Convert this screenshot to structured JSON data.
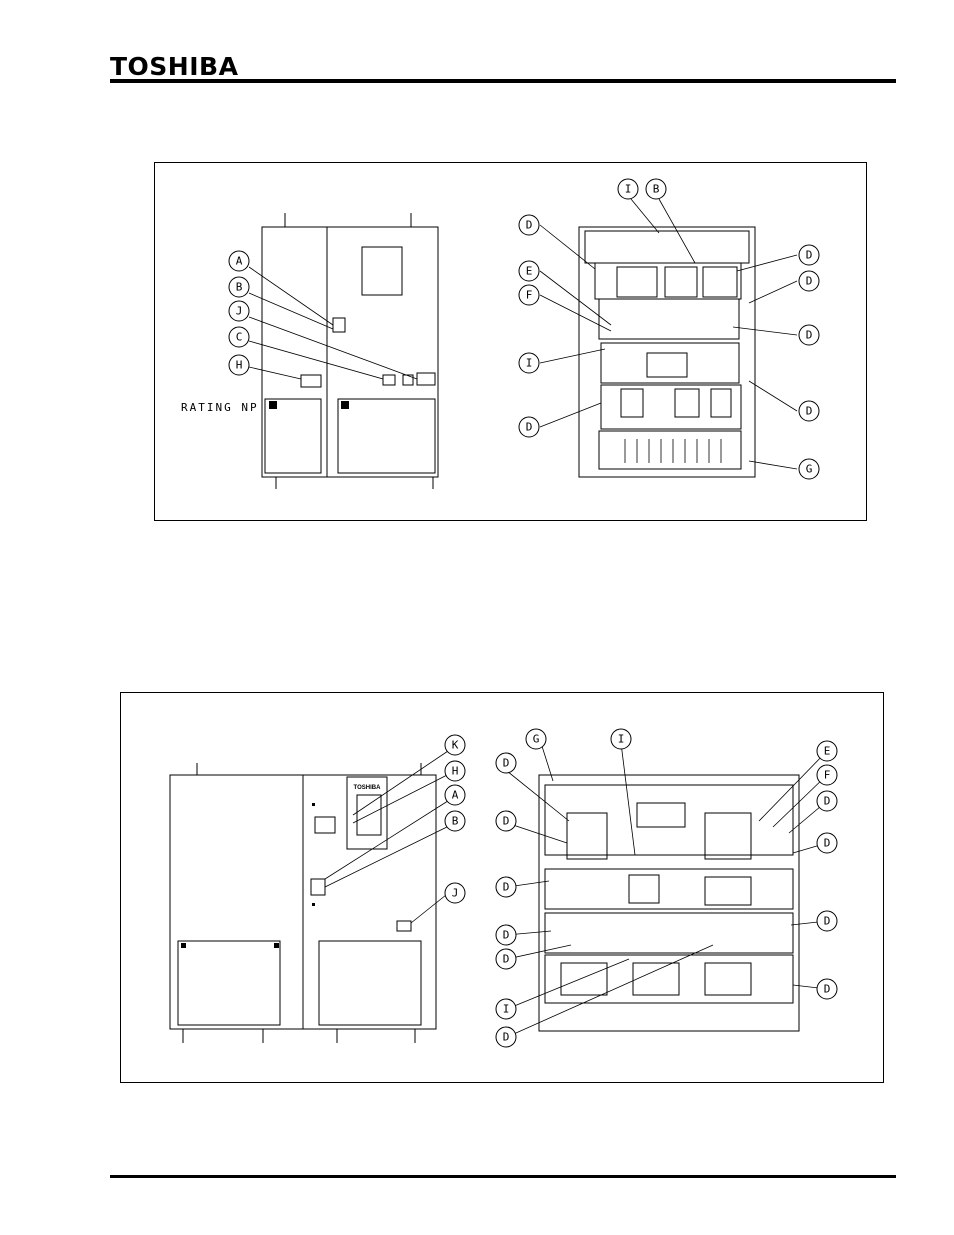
{
  "header": {
    "brand": "TOSHIBA"
  },
  "figure1": {
    "front_labels": [
      "A",
      "B",
      "J",
      "C",
      "H"
    ],
    "rating_label": "RATING NP",
    "interior_labels_left": [
      "D",
      "E",
      "F",
      "I",
      "D"
    ],
    "interior_labels_top": [
      "I",
      "B"
    ],
    "interior_labels_right": [
      "D",
      "D",
      "D",
      "D",
      "G"
    ]
  },
  "figure2": {
    "front_labels": [
      "K",
      "H",
      "A",
      "B",
      "J"
    ],
    "interior_labels_top": [
      "G",
      "I"
    ],
    "interior_labels_left": [
      "D",
      "D",
      "D",
      "D",
      "D",
      "I",
      "D"
    ],
    "interior_labels_right": [
      "E",
      "F",
      "D",
      "D",
      "D",
      "D"
    ],
    "panel_brand": "TOSHIBA"
  }
}
